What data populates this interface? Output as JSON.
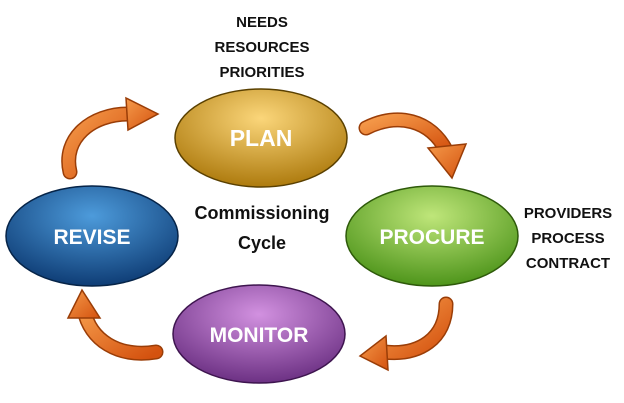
{
  "center": {
    "line1": "Commissioning",
    "line2": "Cycle"
  },
  "stages": {
    "plan": {
      "label": "PLAN",
      "color_top": "#f6c35a",
      "color_bottom": "#b27f07"
    },
    "procure": {
      "label": "PROCURE",
      "color_top": "#b2dd6a",
      "color_bottom": "#4f9b1a"
    },
    "monitor": {
      "label": "MONITOR",
      "color_top": "#c77ed6",
      "color_bottom": "#6e2f86"
    },
    "revise": {
      "label": "REVISE",
      "color_top": "#3f8fd2",
      "color_bottom": "#0c3c78"
    }
  },
  "plan_notes": [
    "NEEDS",
    "RESOURCES",
    "PRIORITIES"
  ],
  "procure_notes": [
    "PROVIDERS",
    "PROCESS",
    "CONTRACT"
  ],
  "arrow_color": "#e8651c",
  "arrow_icon": "curved-arrow-icon"
}
